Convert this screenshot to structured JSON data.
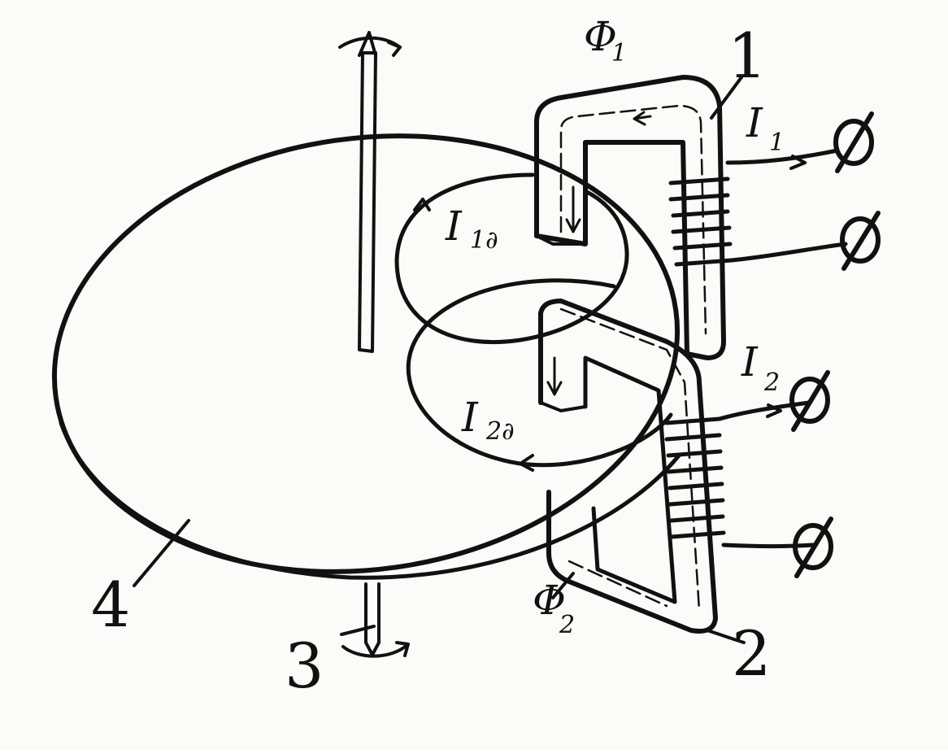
{
  "diagram": {
    "ink_color": "#111111",
    "paper_color": "#fbfbf9",
    "labels": {
      "part1": "1",
      "part2": "2",
      "part3": "3",
      "part4": "4",
      "flux1": "Φ",
      "flux1_sub": "1",
      "flux2": "Φ",
      "flux2_sub": "2",
      "current1": "I",
      "current1_sub": "1",
      "current2": "I",
      "current2_sub": "2",
      "eddy1": "I",
      "eddy1_sub": "1∂",
      "eddy2": "I",
      "eddy2_sub": "2∂"
    },
    "terminal_icon": "phi-terminal-icon"
  }
}
